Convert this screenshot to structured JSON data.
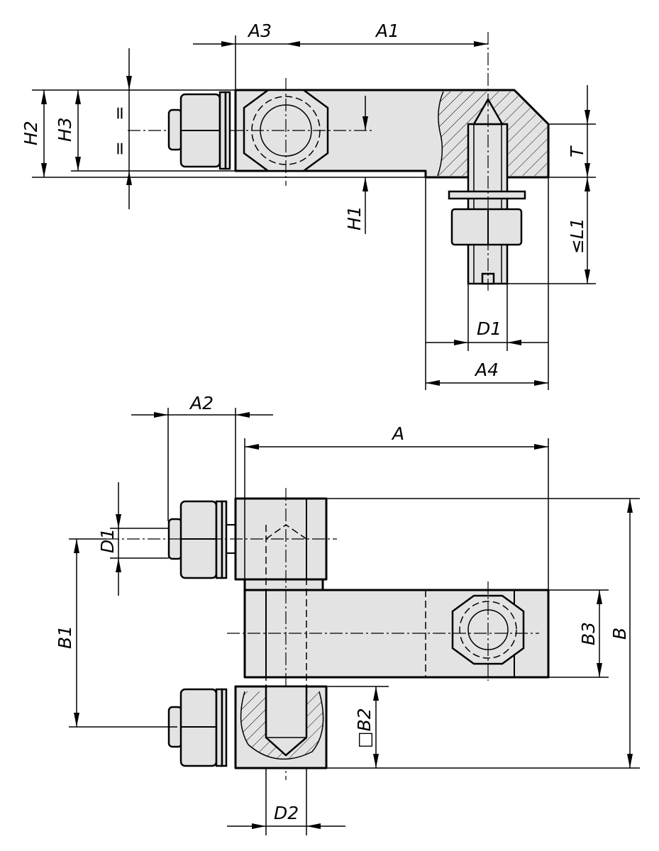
{
  "title": "Technical drawing – clamping arm with adjustment screws",
  "colors": {
    "part_fill": "#e3e3e3",
    "line": "#000000"
  },
  "top_view": {
    "labels": {
      "A3": "A3",
      "A1": "A1",
      "H2": "H2",
      "H3": "H3",
      "eq_top": "=",
      "eq_bottom": "=",
      "H1": "H1",
      "T": "T",
      "L1": "≤L1",
      "D1": "D1",
      "A4": "A4"
    }
  },
  "bottom_view": {
    "labels": {
      "A2": "A2",
      "A": "A",
      "D1": "D1",
      "B1": "B1",
      "B3": "B3",
      "B": "B",
      "B2": "□B2",
      "D2": "D2"
    }
  }
}
